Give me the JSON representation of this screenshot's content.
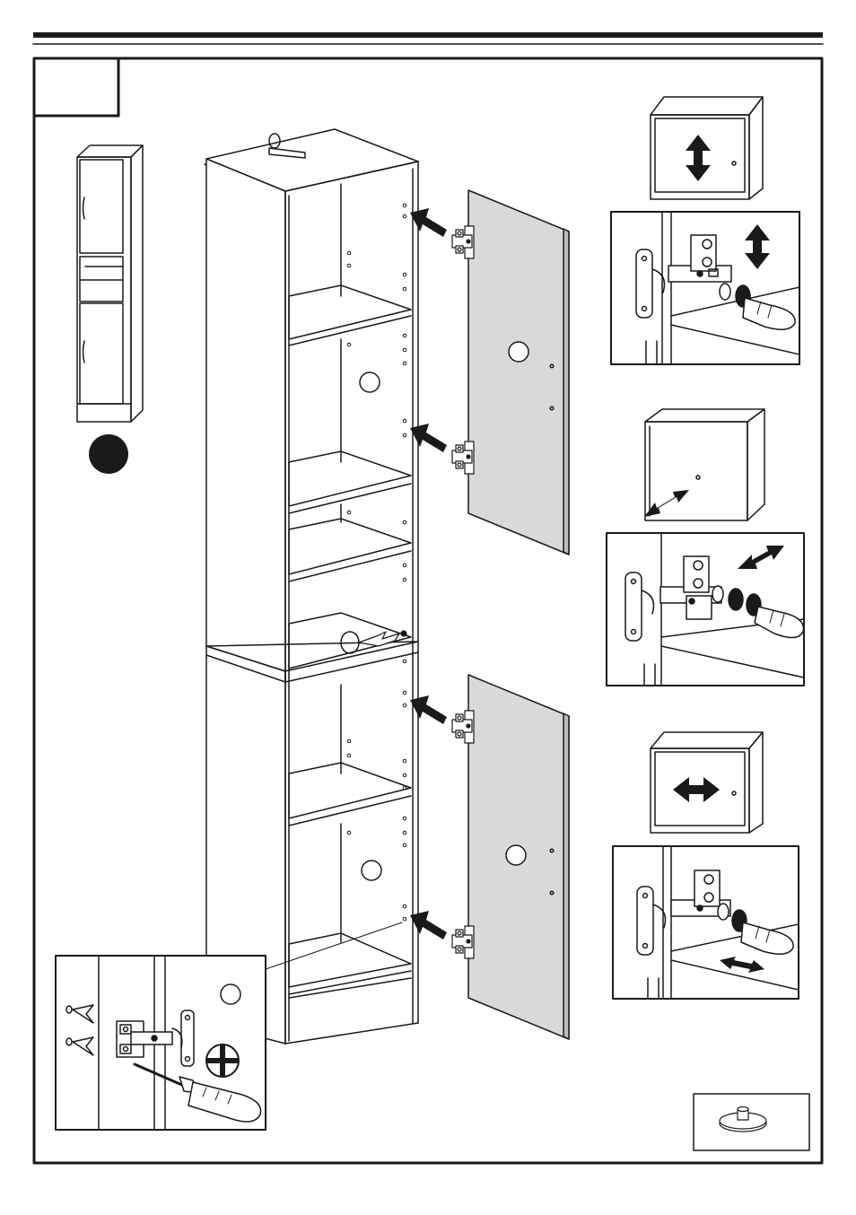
{
  "page": {
    "step_number": "",
    "panel_color": "#d9d9d9",
    "ink_color": "#1a1a1a"
  },
  "figures": {
    "overview": "cabinet-overview",
    "main": "cabinet-door-assembly",
    "detail_vertical": "hinge-adjust-vertical",
    "detail_depth": "hinge-adjust-depth",
    "detail_side": "hinge-adjust-side",
    "detail_mount": "hinge-mounting-screws",
    "part": "adjustable-foot-part"
  },
  "icons": [
    "arrow-icon",
    "double-arrow-icon",
    "screwdriver-icon",
    "phillips-icon",
    "hinge-icon",
    "cap-icon"
  ]
}
